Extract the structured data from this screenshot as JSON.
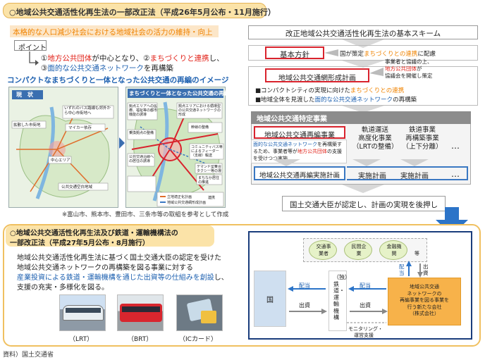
{
  "top_banner": {
    "title": "○地域公共交通活性化再生法の一部改正法（平成26年5月公布・11月施行）"
  },
  "left": {
    "subtitle": "本格的な人口減少社会における地域社会の活力の維持・向上",
    "point_label": "ポイント",
    "point_line1_a": "①",
    "point_line1_b": "地方公共団体",
    "point_line1_c": "が中心となり、②",
    "point_line1_d": "まちづくりと連携",
    "point_line1_e": "し、",
    "point_line2_a": "③",
    "point_line2_b": "面的な公共交通ネットワーク",
    "point_line2_c": "を再構築",
    "image_heading": "コンパクトなまちづくりと一体となった公共交通の再編のイメージ",
    "current_label": "現　状",
    "after_label": "まちづくりと一体となった公共交通の再編",
    "current_notes": [
      "いずれのバス路線も郊外から中心市街地へ",
      "マイカー依存",
      "拡散した市街地",
      "公共交通空白地域",
      "中心エリア"
    ],
    "after_notes": [
      "拠点エリアへの医療、福祉等の都市機能の誘導",
      "乗換拠点の整備",
      "拠点エリアにおける循環型の公共交通ネットワークの形成",
      "公共交通沿線への居住の誘導",
      "幹線の整備",
      "コミュニティバス等によるフィーダー（支線）輸送",
      "デマンド型乗合タクシー等の導入",
      "まちなか居住の推進",
      "立地適正化計画",
      "地域公共交通網形成計画",
      "連携"
    ],
    "footnote": "※富山市、熊本市、豊田市、三条市等の取組を参考として作成"
  },
  "right": {
    "scheme_title": "改正地域公共交通活性化再生法の基本スキーム",
    "basic_policy": "基本方針",
    "basic_policy_note_a": "国が策定",
    "basic_policy_note_b": "まちづくりとの連携",
    "basic_policy_note_c": "に配慮",
    "network_plan": "地域公共交通網形成計画",
    "network_note1": "事業者と協議の上、",
    "network_note2": "地方公共団体",
    "network_note3": "が",
    "network_note4": "協議会を開催し策定",
    "bullet1_a": "■コンパクトシティの実現に向けた",
    "bullet1_b": "まちづくりとの連携",
    "bullet2_a": "■地域全体を見渡した",
    "bullet2_b": "面的な公共交通ネットワーク",
    "bullet2_c": "の再構築",
    "special_header": "地域公共交通特定事業",
    "reorg_project": "地域公共交通再編事業",
    "reorg_note_a": "面的な公共交通ネットワーク",
    "reorg_note_b": "を再構築するため、事業者等が",
    "reorg_note_c": "地方公共団体",
    "reorg_note_d": "の支援を受けつつ実施",
    "col2": "軌道運送高度化事業（LRTの整備）",
    "col2_l1": "軌道運送",
    "col2_l2": "高度化事業",
    "col2_l3": "（LRTの整備）",
    "col3_l1": "鉄道事業",
    "col3_l2": "再構築事業",
    "col3_l3": "（上下分離）",
    "dots": "…",
    "reorg_plan": "地域公共交通再編実施計画",
    "impl1": "実施計画",
    "impl2": "実施計画",
    "approval": "国土交通大臣が認定し、計画の実現を後押し"
  },
  "bottom": {
    "title1": "○地域公共交通活性化再生法及び鉄道・運輸機構法の",
    "title2": "一部改正法（平成27年5月公布・8月施行）",
    "desc1": "地域公共交通活性化再生法に基づく国土交通大臣の認定を受けた",
    "desc2": "地域公共交通ネットワークの再構築を図る事業に対する",
    "desc3a": "産業投資による鉄道・運輸機構を通じた出資等の仕組みを創設",
    "desc3b": "し、",
    "desc4": "支援の充実・多様化を図る。",
    "photo_labels": [
      "（LRT）",
      "（BRT）",
      "（ICカード）"
    ],
    "diagram": {
      "ovals": [
        "交通事業者",
        "民間企業",
        "金融機関"
      ],
      "etc": "等",
      "country": "国",
      "jrtt": "（独）鉄道・運輸機構",
      "company": "地域公共交通ネットワークの再編事業を図る事業を行う新たな会社（株式会社）",
      "company_lines": [
        "地域公共交通",
        "ネットワークの",
        "再編事業を図る事業を",
        "行う新たな会社",
        "（株式会社）"
      ],
      "dividend": "配当",
      "investment": "出資",
      "monitoring1": "モニタリング・",
      "monitoring2": "運営支援"
    }
  },
  "source": "資料）国土交通省",
  "colors": {
    "red": "#e2231a",
    "orange": "#f08300",
    "blue": "#1d60b0",
    "frame_blue": "#1a3d7c",
    "arrow_blue": "#2c74c8",
    "yellow_frame": "#f0c060"
  }
}
